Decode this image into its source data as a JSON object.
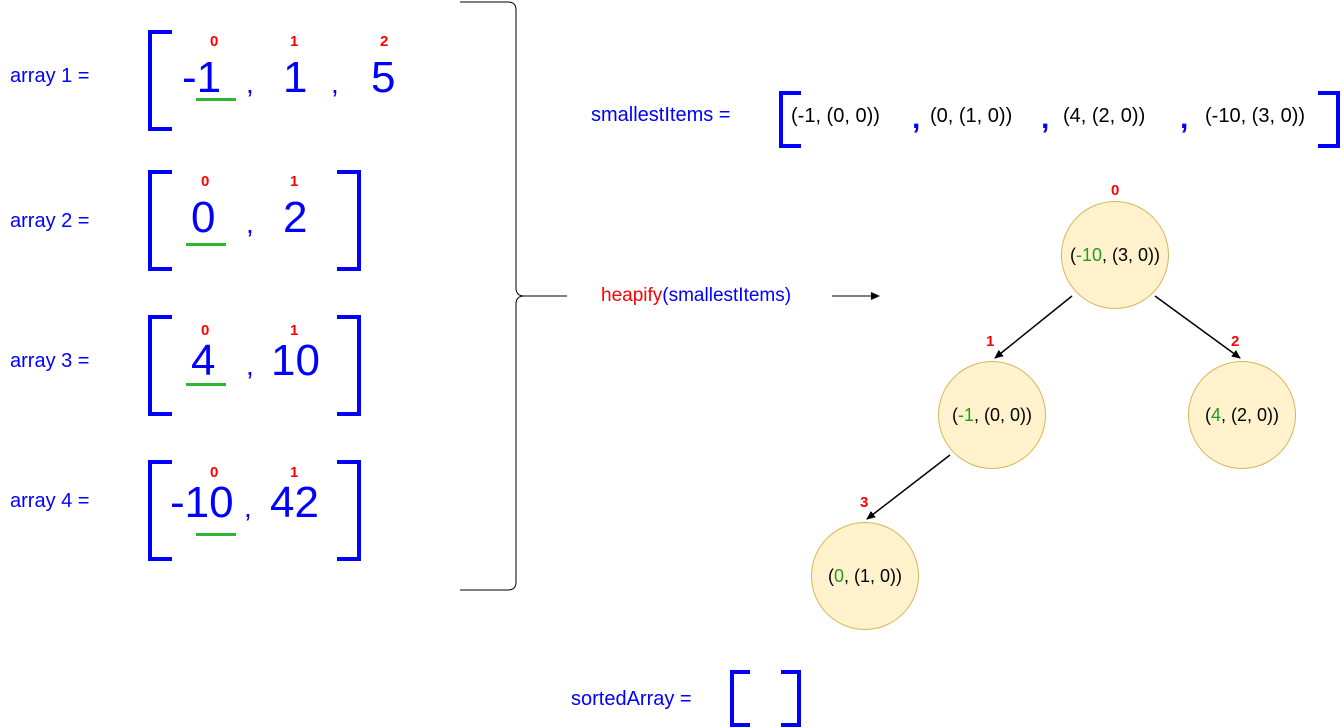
{
  "arrays": [
    {
      "label": "array 1 =",
      "indices": [
        "0",
        "1",
        "2"
      ],
      "values": [
        "-1",
        "1",
        "5"
      ]
    },
    {
      "label": "array 2 =",
      "indices": [
        "0",
        "1"
      ],
      "values": [
        "0",
        "2"
      ]
    },
    {
      "label": "array 3 =",
      "indices": [
        "0",
        "1"
      ],
      "values": [
        "4",
        "10"
      ]
    },
    {
      "label": "array 4 =",
      "indices": [
        "0",
        "1"
      ],
      "values": [
        "-10",
        "42"
      ]
    }
  ],
  "comma": ",",
  "smallest": {
    "label": "smallestItems  =",
    "items": [
      "(-1, (0, 0))",
      "(0, (1, 0))",
      "(4, (2, 0))",
      "(-10, (3, 0))"
    ]
  },
  "heapify": {
    "func": "heapify",
    "arg": "(smallestItems)"
  },
  "heap": {
    "nodes": [
      {
        "index": "0",
        "key": "-10",
        "rest": ", (3, 0))"
      },
      {
        "index": "1",
        "key": "-1",
        "rest": ", (0, 0))"
      },
      {
        "index": "2",
        "key": "4",
        "rest": ", (2, 0))"
      },
      {
        "index": "3",
        "key": "0",
        "rest": ", (1, 0))"
      }
    ],
    "open_paren": "("
  },
  "sorted": {
    "label": "sortedArray  ="
  }
}
